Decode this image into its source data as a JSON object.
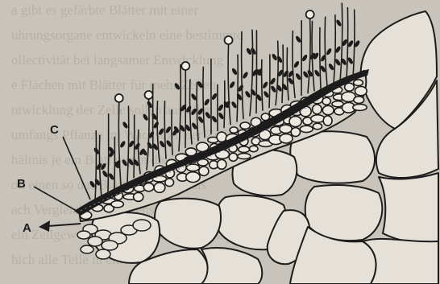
{
  "figure": {
    "colors": {
      "background": "#c9c4bb",
      "ink": "#1c1c1c",
      "cell_fill": "#e9e5dd",
      "bg_text": "#9f9a91"
    },
    "labels": {
      "a": "A",
      "b": "B",
      "c": "C"
    },
    "background_text_lines": [
      "a gibt es gefärbte Blätter mit einer",
      "uhrungsorgane entwickeln eine bestimmte",
      "ollectivität bei langsamer Entwicklung",
      "e Flächen mit Blätter für mehr Zellen",
      "ntwicklung der Zelle sollen aus allen",
      "umfangs Pflanze im Wachstum der Zelle",
      "hältnis je ein Blatt gegen die Zellen",
      "oh einen so das Blatt und Zellen als",
      "ach Vergleich und Gegensatz der Organe",
      "ein Zellgewebe eine Wand der Zelle hat",
      "hich alle Teile in einem Blatt"
    ]
  }
}
